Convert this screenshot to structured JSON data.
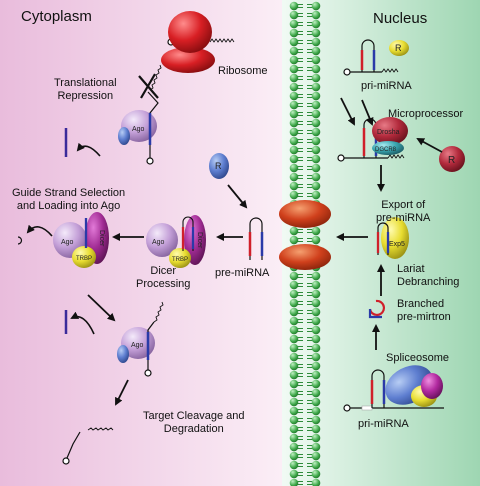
{
  "regions": {
    "cytoplasm": "Cytoplasm",
    "nucleus": "Nucleus"
  },
  "labels": {
    "ribosome": "Ribosome",
    "translational_repression": "Translational\nRepression",
    "guide_strand": "Guide Strand Selection\nand Loading into Ago",
    "dicer_processing": "Dicer\nProcessing",
    "pre_mirna_cyto": "pre-miRNA",
    "target_cleavage": "Target Cleavage and\nDegradation",
    "pri_mirna_top": "pri-miRNA",
    "microprocessor": "Microprocessor",
    "export": "Export of\npre-miRNA",
    "lariat": "Lariat\nDebranching",
    "branched": "Branched\npre-mirtron",
    "spliceosome": "Spliceosome",
    "pri_mirna_bottom": "pri-miRNA"
  },
  "molecule_labels": {
    "ago": "Ago",
    "dicer": "Dicer",
    "trbp": "TRBP",
    "drosha": "Drosha",
    "dgcr8": "DGCR8",
    "exp5": "Exp5",
    "r": "R"
  },
  "colors": {
    "cytoplasm_bg": "#f2d6e8",
    "nucleus_bg": "#cdebd8",
    "membrane": "#3fa84a",
    "ribosome": "#cc1f24",
    "ago": "#c7a6d8",
    "dicer": "#9a2a8e",
    "trbp": "#e6dd2a",
    "drosha": "#b0283a",
    "dgcr8": "#3aa6b0",
    "exp5": "#e6d834",
    "r_protein": "#5a78c8",
    "pore": "#cf3a18",
    "rna_red": "#d0202a",
    "rna_blue": "#2a3aa8"
  }
}
